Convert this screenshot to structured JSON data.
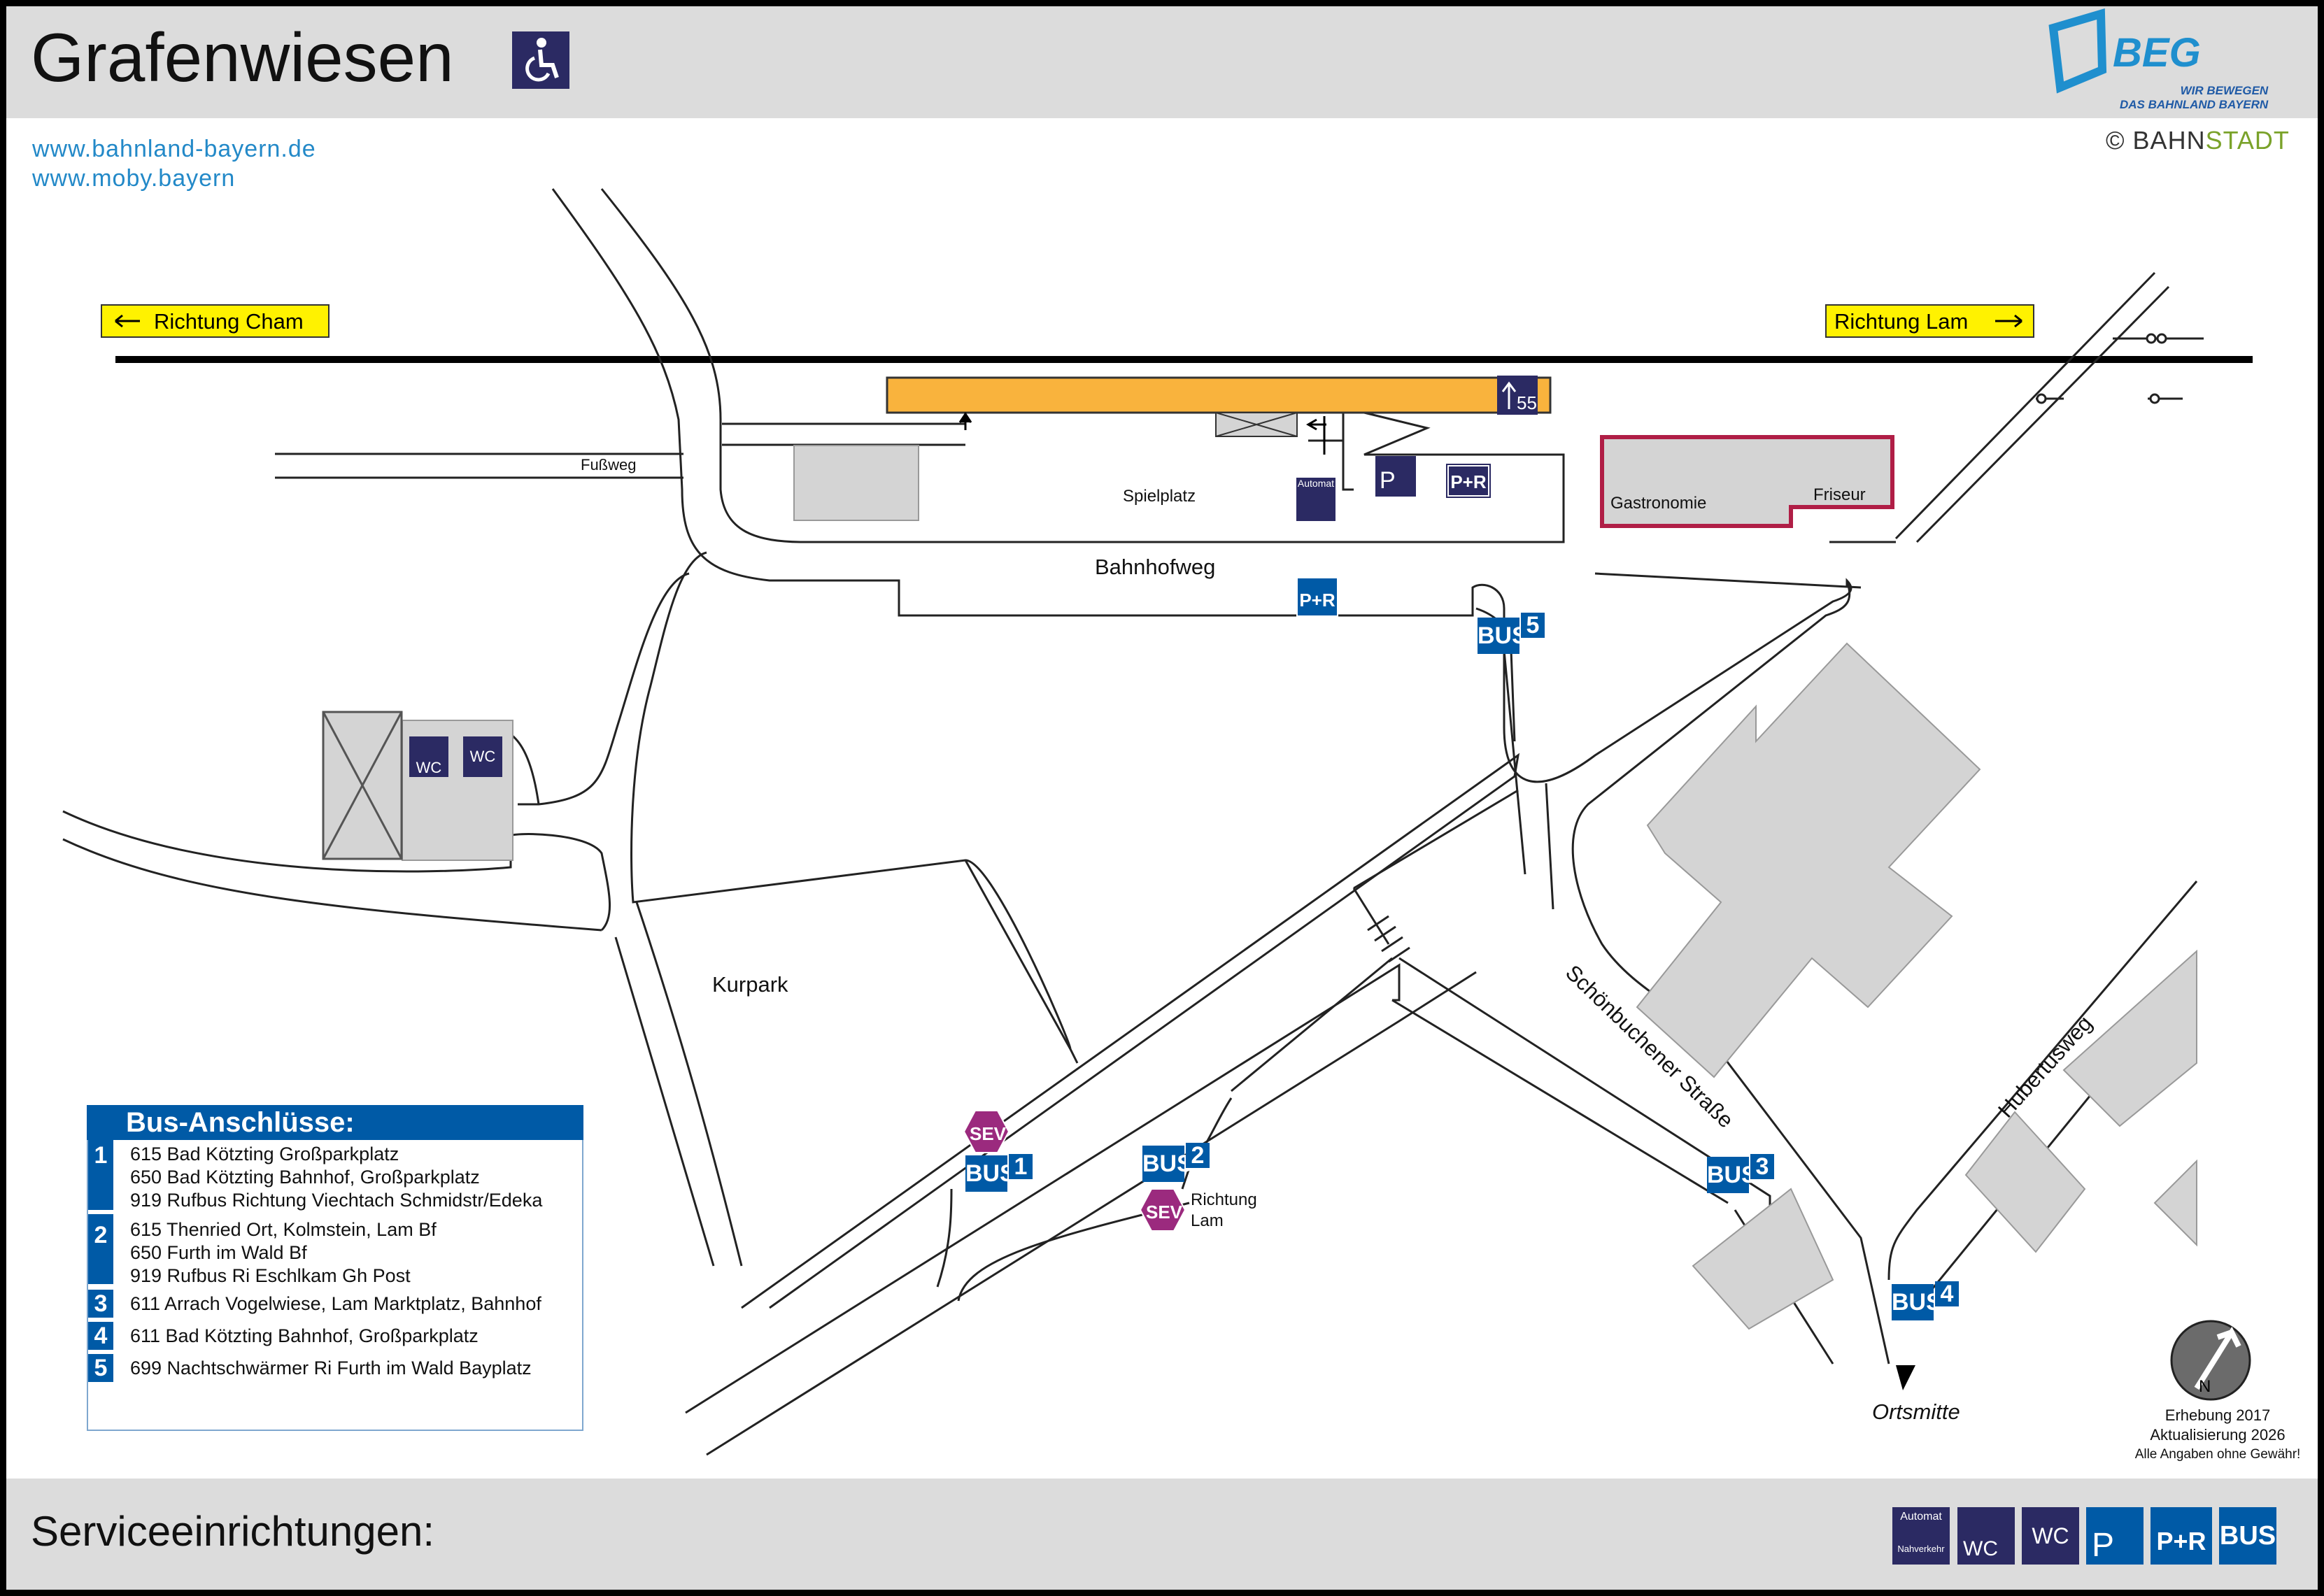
{
  "header": {
    "station_name": "Grafenwiesen",
    "wheelchair_icon": "wheelchair-icon",
    "links": [
      "www.bahnland-bayern.de",
      "www.moby.bayern"
    ],
    "beg_logo": {
      "text": "BEG",
      "tagline_line1": "WIR BEWEGEN",
      "tagline_line2": "DAS BAHNLAND BAYERN"
    },
    "copyright": {
      "symbol": "©",
      "prefix": "BAHN",
      "suffix": "STADT"
    }
  },
  "directions": {
    "left": "Richtung Cham",
    "right": "Richtung Lam"
  },
  "map_labels": {
    "fussweg": "Fußweg",
    "spielplatz": "Spielplatz",
    "bahnhofweg": "Bahnhofweg",
    "gastronomie": "Gastronomie",
    "friseur": "Friseur",
    "kurpark": "Kurpark",
    "schoenbuchener": "Schönbuchener Straße",
    "hubertusweg": "Hubertusweg",
    "ortsmitte": "Ortsmitte",
    "richtung_lam": [
      "Richtung",
      "Lam"
    ],
    "platform_height": "55",
    "automat": "Automat"
  },
  "map_icons": {
    "parking": "P",
    "park_and_ride": "P+R",
    "wc": "WC",
    "bus": "BUS",
    "sev": "SEV",
    "bus_stops": [
      "1",
      "2",
      "3",
      "4",
      "5"
    ]
  },
  "bus_connections": {
    "title": "Bus-Anschlüsse:",
    "rows": [
      {
        "stop": "1",
        "lines": [
          "615 Bad Kötzting Großparkplatz",
          "650 Bad Kötzting Bahnhof, Großparkplatz",
          "919 Rufbus Richtung Viechtach Schmidstr/Edeka"
        ]
      },
      {
        "stop": "2",
        "lines": [
          "615 Thenried Ort, Kolmstein, Lam Bf",
          "650 Furth im Wald Bf",
          "919 Rufbus Ri Eschlkam Gh Post"
        ]
      },
      {
        "stop": "3",
        "lines": [
          "611 Arrach Vogelwiese, Lam Marktplatz, Bahnhof"
        ]
      },
      {
        "stop": "4",
        "lines": [
          "611 Bad Kötzting Bahnhof, Großparkplatz"
        ]
      },
      {
        "stop": "5",
        "lines": [
          "699 Nachtschwärmer Ri Furth im Wald Bayplatz"
        ]
      }
    ]
  },
  "survey": {
    "line1": "Erhebung 2017",
    "line2": "Aktualisierung 2026",
    "line3": "Alle Angaben ohne Gewähr!",
    "north": "N"
  },
  "footer": {
    "title": "Serviceeinrichtungen:",
    "legend": [
      {
        "icon": "ticket-machine-icon",
        "label_top": "Automat",
        "label_bottom": "Nahverkehr"
      },
      {
        "icon": "accessible-wc-icon",
        "label": "WC"
      },
      {
        "icon": "wc-icon",
        "label": "WC"
      },
      {
        "icon": "accessible-parking-icon",
        "label": "P"
      },
      {
        "icon": "park-and-ride-icon",
        "label": "P+R"
      },
      {
        "icon": "bus-icon",
        "label": "BUS"
      }
    ]
  },
  "colors": {
    "platform": "#f9b33d",
    "bus_blue": "#005aa6",
    "service_navy": "#2b2a63",
    "sev_purple": "#9b2a7e",
    "gastro_outline": "#b01e46",
    "building_grey": "#d4d4d4",
    "direction_yellow": "#fff200",
    "header_grey": "#dcdcdc",
    "link_blue": "#2389c8"
  }
}
